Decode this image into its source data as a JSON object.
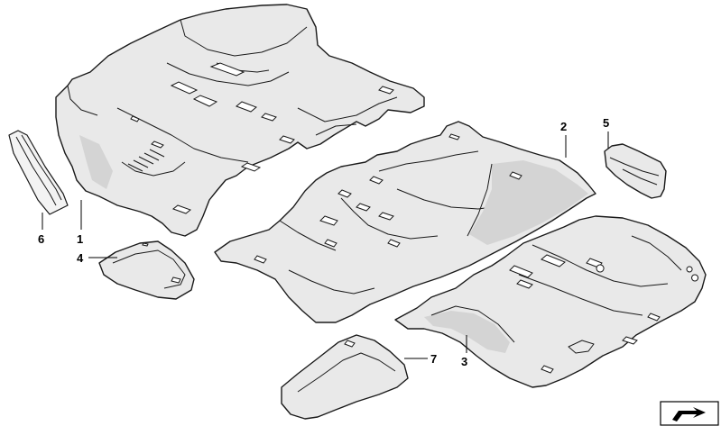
{
  "callouts": [
    {
      "id": "1",
      "label": "1"
    },
    {
      "id": "2",
      "label": "2"
    },
    {
      "id": "3",
      "label": "3"
    },
    {
      "id": "4",
      "label": "4"
    },
    {
      "id": "5",
      "label": "5"
    },
    {
      "id": "6",
      "label": "6"
    },
    {
      "id": "7",
      "label": "7"
    }
  ],
  "corner_icon": "arrow-return-icon"
}
